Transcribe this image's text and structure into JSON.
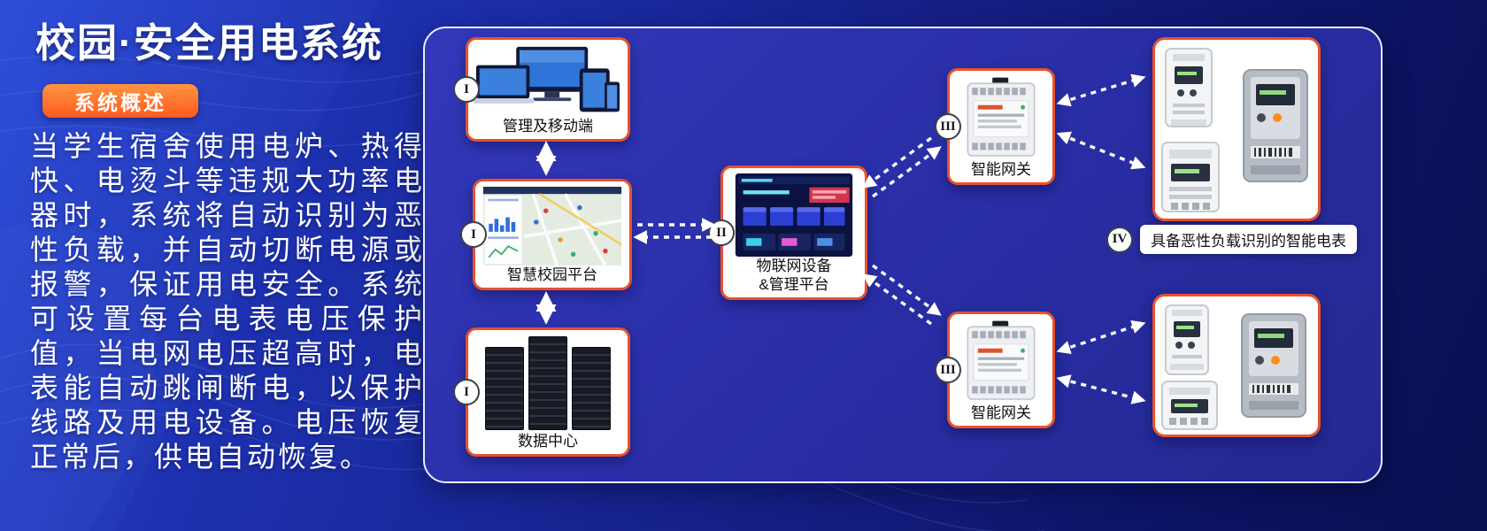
{
  "header": {
    "title": "校园·安全用电系统",
    "badge": "系统概述",
    "description": "当学生宿舍使用电炉、热得快、电烫斗等违规大功率电器时，系统将自动识别为恶性负载，并自动切断电源或报警，保证用电安全。系统可设置每台电表电压保护值，当电网电压超高时，电表能自动跳闸断电，以保护线路及用电设备。电压恢复正常后，供电自动恢复。"
  },
  "diagram": {
    "management": {
      "numeral": "I",
      "label": "管理及移动端"
    },
    "platform": {
      "numeral": "I",
      "label": "智慧校园平台"
    },
    "datacenter": {
      "numeral": "I",
      "label": "数据中心"
    },
    "iot": {
      "numeral": "II",
      "label_line1": "物联网设备",
      "label_line2": "&管理平台"
    },
    "gateway_top": {
      "numeral": "III",
      "label": "智能网关"
    },
    "gateway_bottom": {
      "numeral": "III",
      "label": "智能网关"
    },
    "smart_meters": {
      "numeral": "IV",
      "label": "具备恶性负载识别的智能电表"
    }
  },
  "colors": {
    "accent_orange": "#fd5a1f",
    "box_border": "#e8512c",
    "panel_background": "#282da4",
    "background_blue": "#17238f",
    "arrow_white": "#ffffff"
  }
}
